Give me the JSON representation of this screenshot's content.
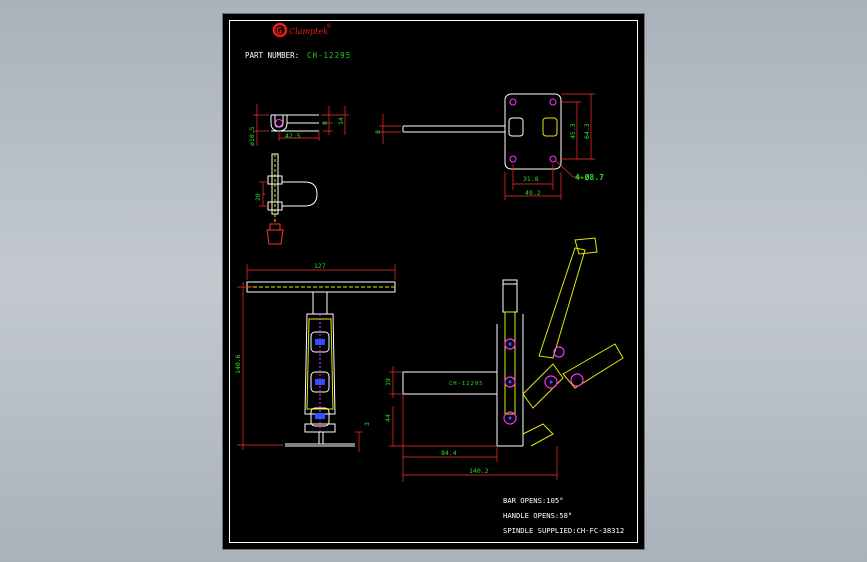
{
  "brand": {
    "logo_letter": "G",
    "name": "Clamptek",
    "mark": "®",
    "color": "#e81d1d"
  },
  "part_number": {
    "label": "PART NUMBER:",
    "value": "CH-12295",
    "value_color": "#22cc22"
  },
  "dims": {
    "d_10_5": "ø10.5",
    "d_42_5": "42.5",
    "d_8a": "8",
    "d_14": "14",
    "d_8b": "8",
    "d_45_3": "45.3",
    "d_64_3": "64.3",
    "d_31_8": "31.8",
    "d_49_2": "49.2",
    "holes": "4-Ø8.7",
    "d_20": "20",
    "d_127": "127",
    "d_140_6": "140.6",
    "d_19": "19",
    "d_44": "44",
    "d_3": "3",
    "d_84_4": "84.4",
    "d_140_2": "140.2"
  },
  "bar_label": "CH-12295",
  "notes": {
    "bar_opens": "BAR OPENS:105°",
    "handle_opens": "HANDLE OPENS:58°",
    "spindle": "SPINDLE SUPPLIED:CH-FC-38312"
  },
  "colors": {
    "line": "#ffffff",
    "dim": "#ff3030",
    "dim_text": "#22dd22",
    "yellow": "#e8e800",
    "magenta": "#ff30ff",
    "blue": "#3050ff"
  }
}
